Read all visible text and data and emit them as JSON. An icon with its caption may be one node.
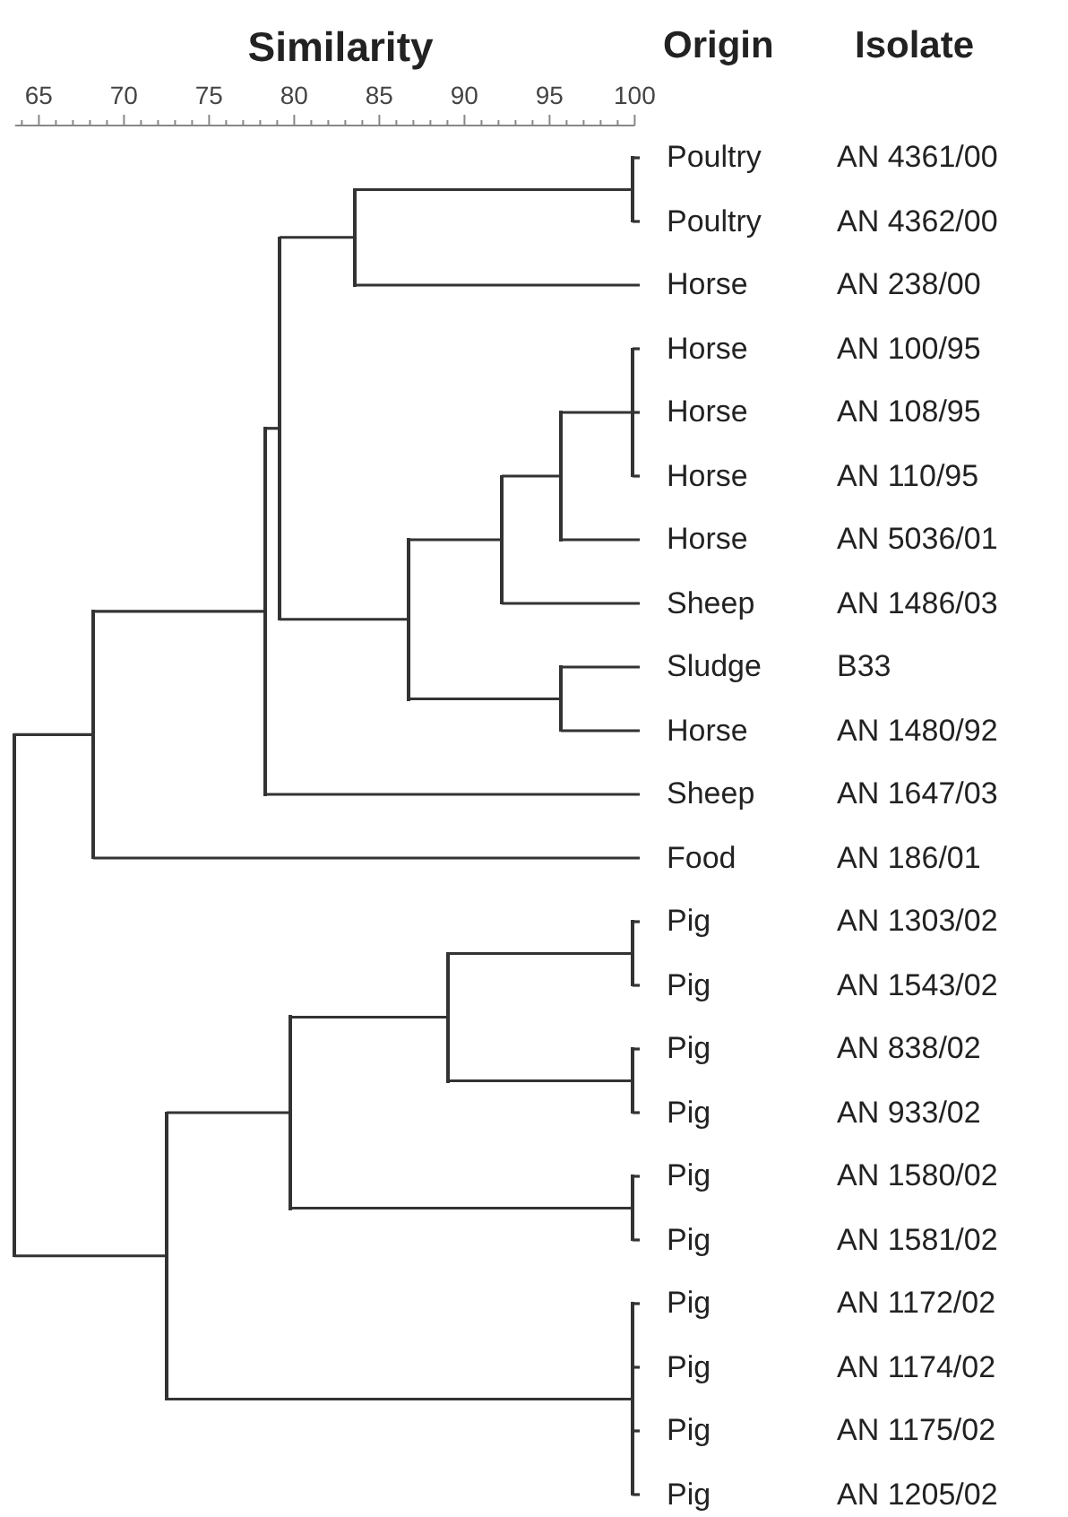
{
  "diagram": {
    "nodes": [
      {
        "text": [
          "Poultry",
          "AN 4361/00"
        ]
      },
      {
        "text": [
          "Poultry",
          "AN 4362/00"
        ]
      },
      {
        "text": [
          "Horse",
          "AN 238/00"
        ]
      },
      {
        "text": [
          "Horse",
          "AN 100/95"
        ]
      },
      {
        "text": [
          "Horse",
          "AN 108/95"
        ]
      },
      {
        "text": [
          "Horse",
          "AN 110/95"
        ]
      },
      {
        "text": [
          "Horse",
          "AN 5036/01"
        ]
      },
      {
        "text": [
          "Sheep",
          "AN 1486/03"
        ]
      },
      {
        "text": [
          "Sludge",
          "B33"
        ]
      },
      {
        "text": [
          "Horse",
          "AN 1480/92"
        ]
      },
      {
        "text": [
          "Sheep",
          "AN 1647/03"
        ]
      },
      {
        "text": [
          "Food",
          "AN 186/01"
        ]
      },
      {
        "text": [
          "Pig",
          "AN 1303/02"
        ]
      },
      {
        "text": [
          "Pig",
          "AN 1543/02"
        ]
      },
      {
        "text": [
          "Pig",
          "AN 838/02"
        ]
      },
      {
        "text": [
          "Pig",
          "AN 933/02"
        ]
      },
      {
        "text": [
          "Pig",
          "AN 1580/02"
        ]
      },
      {
        "text": [
          "Pig",
          "AN 1581/02"
        ]
      },
      {
        "text": [
          "Pig",
          "AN 1172/02"
        ]
      },
      {
        "text": [
          "Pig",
          "AN 1174/02"
        ]
      },
      {
        "text": [
          "Pig",
          "AN 1175/02"
        ]
      },
      {
        "text": [
          "Pig",
          "AN 1205/02"
        ]
      },
      {
        "text": [],
        "shape": "bar"
      },
      {
        "text": [],
        "shape": "bar"
      },
      {
        "text": [],
        "shape": "bar"
      },
      {
        "text": [],
        "shape": "bar"
      },
      {
        "text": [],
        "shape": "bar"
      },
      {
        "text": [],
        "shape": "bar"
      },
      {
        "text": [],
        "shape": "bar"
      },
      {
        "text": [],
        "shape": "bar"
      },
      {
        "text": [],
        "shape": "bar"
      },
      {
        "text": [],
        "shape": "bar"
      },
      {
        "text": [],
        "shape": "bar"
      },
      {
        "text": [],
        "shape": "bar"
      },
      {
        "text": [],
        "shape": "bar"
      },
      {
        "text": [],
        "shape": "bar"
      },
      {
        "text": [],
        "shape": "bar"
      },
      {
        "text": [],
        "shape": "bar"
      },
      {
        "text": [],
        "shape": "bar"
      },
      {
        "text": [],
        "shape": "bar"
      }
    ],
    "edges": [
      {
        "from": 22,
        "to": 0,
        "arrow": "none"
      },
      {
        "from": 22,
        "to": 1,
        "arrow": "none"
      },
      {
        "from": 23,
        "to": 22,
        "arrow": "none"
      },
      {
        "from": 23,
        "to": 2,
        "arrow": "none"
      },
      {
        "from": 24,
        "to": 3,
        "arrow": "none"
      },
      {
        "from": 24,
        "to": 4,
        "arrow": "none"
      },
      {
        "from": 24,
        "to": 5,
        "arrow": "none"
      },
      {
        "from": 25,
        "to": 24,
        "arrow": "none"
      },
      {
        "from": 25,
        "to": 6,
        "arrow": "none"
      },
      {
        "from": 26,
        "to": 25,
        "arrow": "none"
      },
      {
        "from": 26,
        "to": 7,
        "arrow": "none"
      },
      {
        "from": 27,
        "to": 8,
        "arrow": "none"
      },
      {
        "from": 27,
        "to": 9,
        "arrow": "none"
      },
      {
        "from": 28,
        "to": 26,
        "arrow": "none"
      },
      {
        "from": 28,
        "to": 27,
        "arrow": "none"
      },
      {
        "from": 29,
        "to": 23,
        "arrow": "none"
      },
      {
        "from": 29,
        "to": 28,
        "arrow": "none"
      },
      {
        "from": 30,
        "to": 29,
        "arrow": "none"
      },
      {
        "from": 30,
        "to": 10,
        "arrow": "none"
      },
      {
        "from": 31,
        "to": 30,
        "arrow": "none"
      },
      {
        "from": 31,
        "to": 11,
        "arrow": "none"
      },
      {
        "from": 32,
        "to": 12,
        "arrow": "none"
      },
      {
        "from": 32,
        "to": 13,
        "arrow": "none"
      },
      {
        "from": 33,
        "to": 14,
        "arrow": "none"
      },
      {
        "from": 33,
        "to": 15,
        "arrow": "none"
      },
      {
        "from": 34,
        "to": 32,
        "arrow": "none"
      },
      {
        "from": 34,
        "to": 33,
        "arrow": "none"
      },
      {
        "from": 35,
        "to": 16,
        "arrow": "none"
      },
      {
        "from": 35,
        "to": 17,
        "arrow": "none"
      },
      {
        "from": 36,
        "to": 34,
        "arrow": "none"
      },
      {
        "from": 36,
        "to": 35,
        "arrow": "none"
      },
      {
        "from": 37,
        "to": 18,
        "arrow": "none"
      },
      {
        "from": 37,
        "to": 19,
        "arrow": "none"
      },
      {
        "from": 37,
        "to": 20,
        "arrow": "none"
      },
      {
        "from": 37,
        "to": 21,
        "arrow": "none"
      },
      {
        "from": 38,
        "to": 36,
        "arrow": "none"
      },
      {
        "from": 38,
        "to": 37,
        "arrow": "none"
      },
      {
        "from": 39,
        "to": 31,
        "arrow": "none"
      },
      {
        "from": 39,
        "to": 38,
        "arrow": "none"
      }
    ],
    "labels": [
      "Similarity",
      "Origin",
      "Isolate",
      "65",
      "70",
      "75",
      "80",
      "85",
      "90",
      "95",
      "100"
    ]
  }
}
